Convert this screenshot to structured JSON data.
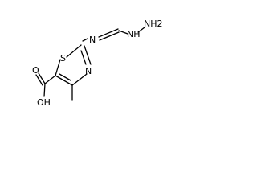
{
  "molecule": {
    "atoms": {
      "sulfur": "S",
      "ring_nitrogen": "N",
      "imine_nitrogen": "N",
      "hydrazine_nh": "NH",
      "hydrazine_nh2": "NH2",
      "carbonyl_oxygen": "O",
      "hydroxyl": "OH"
    }
  }
}
